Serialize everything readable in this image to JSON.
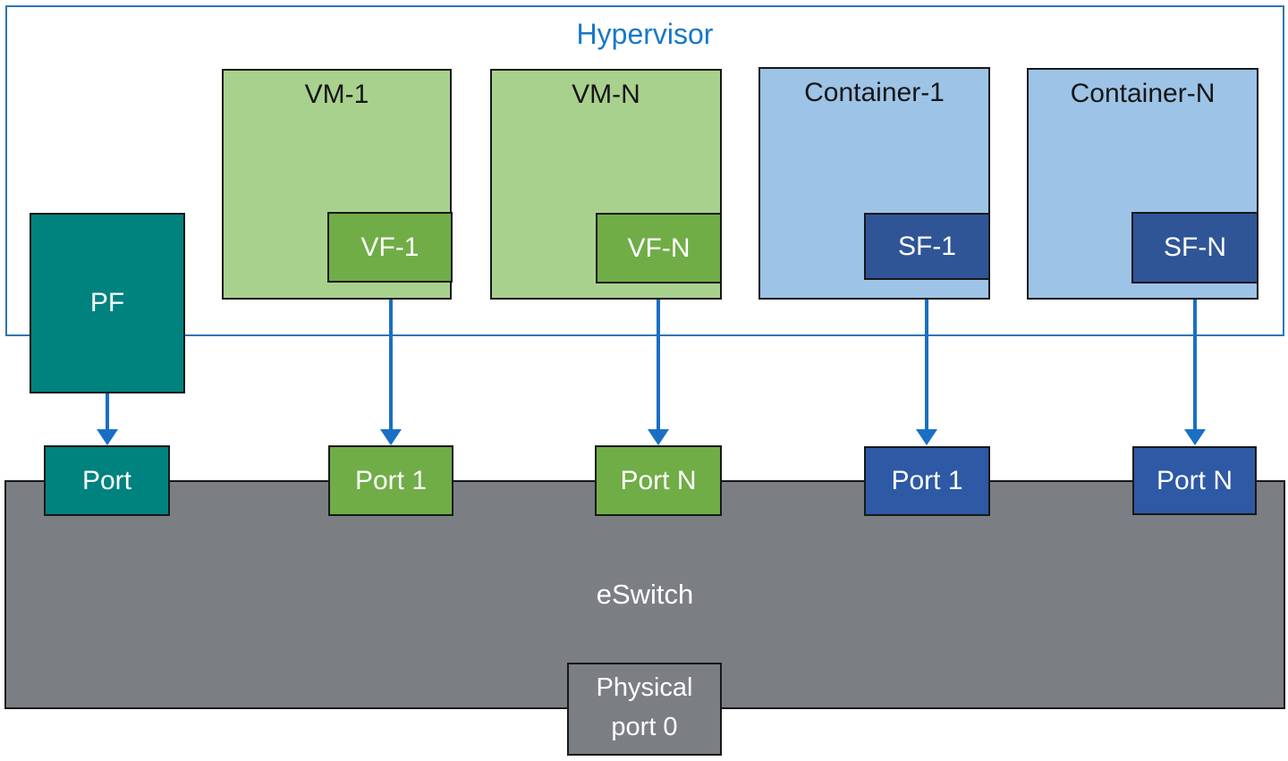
{
  "hypervisor": {
    "label": "Hypervisor"
  },
  "pf": {
    "label": "PF",
    "port_label": "Port"
  },
  "vms": [
    {
      "label": "VM-1",
      "vf_label": "VF-1",
      "port_label": "Port 1"
    },
    {
      "label": "VM-N",
      "vf_label": "VF-N",
      "port_label": "Port N"
    }
  ],
  "containers": [
    {
      "label": "Container-1",
      "sf_label": "SF-1",
      "port_label": "Port 1"
    },
    {
      "label": "Container-N",
      "sf_label": "SF-N",
      "port_label": "Port N"
    }
  ],
  "eswitch": {
    "label": "eSwitch",
    "physical_port_line1": "Physical",
    "physical_port_line2": "port 0"
  },
  "colors": {
    "teal": "#00827F",
    "vm_fill": "#A9D18E",
    "vf_fill": "#70AD47",
    "container_fill": "#9DC3E6",
    "sf_fill": "#2F5597",
    "port_blue": "#2E59A4",
    "eswitch_gray": "#7B7F83",
    "arrow_blue": "#1A6FC5",
    "hypervisor_border_blue": "#2E75B6",
    "hypervisor_text_blue": "#1778C8"
  }
}
